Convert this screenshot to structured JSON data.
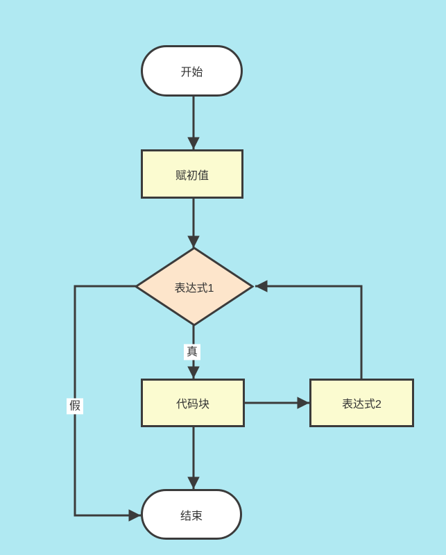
{
  "diagram": {
    "nodes": {
      "start": {
        "label": "开始"
      },
      "init": {
        "label": "赋初值"
      },
      "condition": {
        "label": "表达式1"
      },
      "code_block": {
        "label": "代码块"
      },
      "expression2": {
        "label": "表达式2"
      },
      "end": {
        "label": "结束"
      }
    },
    "edge_labels": {
      "true_branch": "真",
      "false_branch": "假"
    },
    "colors": {
      "background": "#b0e9f2",
      "terminal_fill": "#ffffff",
      "process_fill": "#fbfbd0",
      "decision_fill": "#fde5cb",
      "stroke": "#3b3b3b",
      "text": "#333333"
    }
  }
}
